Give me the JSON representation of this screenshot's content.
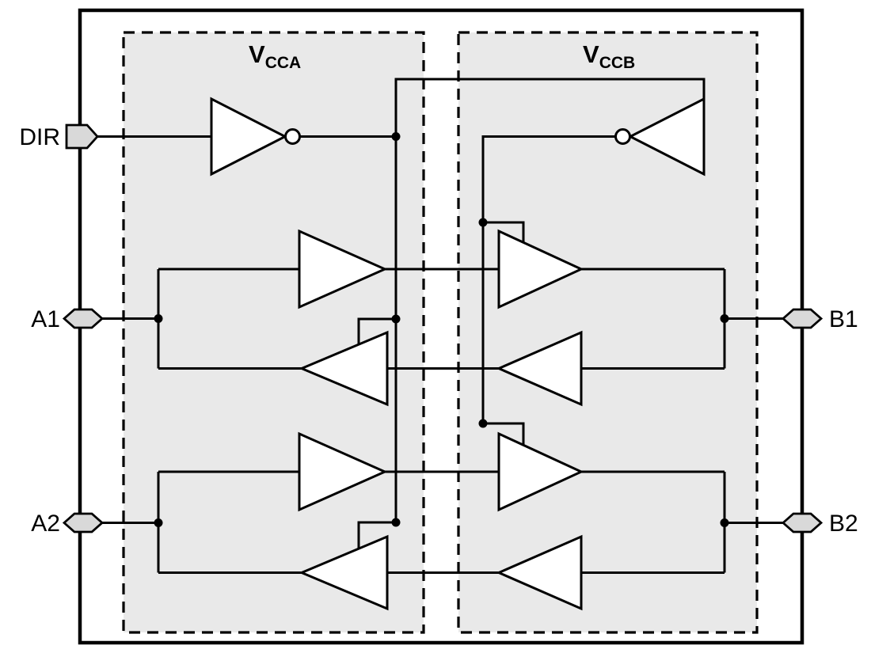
{
  "diagram": {
    "title": "dual-bit dual-supply bus transceiver functional block diagram",
    "pins": {
      "dir": "DIR",
      "a1": "A1",
      "a2": "A2",
      "b1": "B1",
      "b2": "B2"
    },
    "domains": {
      "vcca": {
        "main": "V",
        "sub": "CCA"
      },
      "vccb": {
        "main": "V",
        "sub": "CCB"
      }
    },
    "components": {
      "dir_inverter": "inverter-with-bubble",
      "vccb_inverter": "inverter-with-bubble",
      "channel_buffers": "tri-state-buffer-triangles"
    },
    "colors": {
      "background": "#ffffff",
      "domain_fill": "#e9e9e9",
      "line": "#000000",
      "pin_fill": "#d9d9d9"
    }
  }
}
